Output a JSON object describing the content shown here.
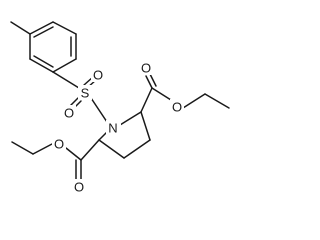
{
  "atoms": {
    "sulfur": "S",
    "sulfonyl_oxygen_1": "O",
    "sulfonyl_oxygen_2": "O",
    "nitrogen": "N",
    "ester_right_carbonyl_oxygen": "O",
    "ester_right_ether_oxygen": "O",
    "ester_left_carbonyl_oxygen": "O",
    "ester_left_ether_oxygen": "O"
  },
  "colors": {
    "bond": "#1a1a1a",
    "background": "#ffffff"
  }
}
